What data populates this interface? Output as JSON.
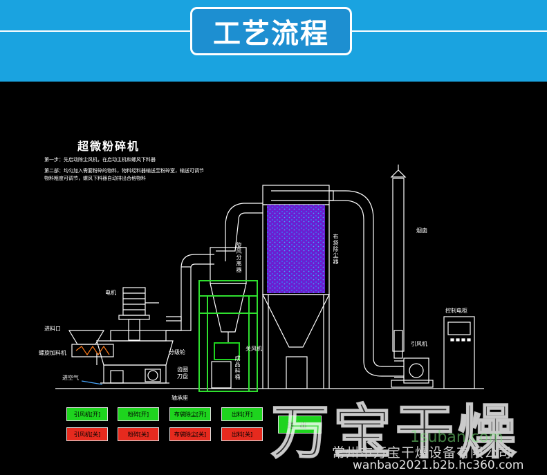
{
  "header": {
    "title": "工艺流程"
  },
  "diagram": {
    "machine_title": "超微粉碎机",
    "step1": "第一步：先启动除尘风机，在启动主机和螺风下料器",
    "step2_line1": "第二部：均匀加入需要粉碎的物料，物料经料器输送至粉碎室，输送可调节",
    "step2_line2": "物料粗度可调节，螺风下料器自动排出合格物料",
    "labels": {
      "motor": "电机",
      "feed_port": "进料口",
      "screw_feeder": "螺旋加料机",
      "air_inlet": "进空气",
      "classifier": "分级轮",
      "hammer": "齿圈\n刀盘",
      "base": "轴承座",
      "cyclone": "旋风分离器",
      "airlock": "关风机",
      "collector": "成品料桶",
      "bag_filter": "布袋除尘器",
      "chimney": "烟囱",
      "fan": "引风机",
      "control_cabinet": "控制电柜"
    },
    "buttons": {
      "open": [
        "引风机[开]",
        "粉碎[开]",
        "布袋除尘[开]",
        "出料[开]"
      ],
      "close": [
        "引风机[关]",
        "粉碎[关]",
        "布袋除尘[关]",
        "出料[关]"
      ],
      "exit": "退出"
    },
    "colors": {
      "outline": "#ffffff",
      "filter_bags": "#6a1fd1",
      "filter_dots": "#2a8cff",
      "cyclone_frame": "#2fe02f",
      "airlock": "#1ed41e",
      "button_on": "#1ed41e",
      "button_off": "#e62a1e"
    }
  },
  "watermark": {
    "brand": "万宝干燥",
    "company": "常州市万宝干燥设备有限公司",
    "site1": "1suban.com",
    "site2": "wanbao2021.b2b.hc360.com"
  }
}
